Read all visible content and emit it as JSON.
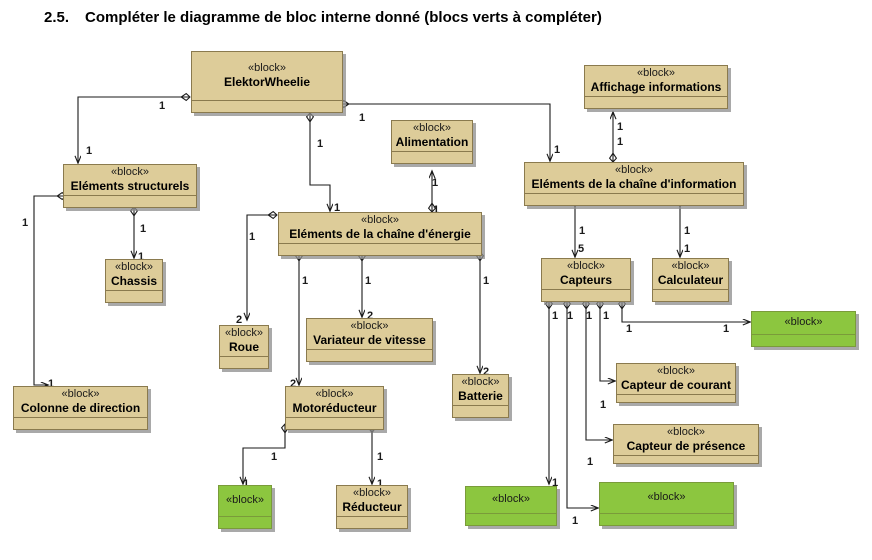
{
  "heading": {
    "number": "2.5.",
    "text": "Compléter le diagramme de bloc interne donné (blocs verts à compléter)"
  },
  "stereotype": "«block»",
  "colors": {
    "block_fill": "#ddcc99",
    "block_border": "#8a7a4e",
    "todo_fill": "#8cc63f",
    "todo_border": "#7a9b3a",
    "line": "#1a1a1a",
    "page_bg": "#ffffff"
  },
  "blocks": [
    {
      "id": "elektorwheelie",
      "name": "ElektorWheelie",
      "todo": false
    },
    {
      "id": "elem-struct",
      "name": "Eléments structurels",
      "todo": false
    },
    {
      "id": "chassis",
      "name": "Chassis",
      "todo": false
    },
    {
      "id": "colonne",
      "name": "Colonne de direction",
      "todo": false
    },
    {
      "id": "alimentation",
      "name": "Alimentation",
      "todo": false
    },
    {
      "id": "chaine-energie",
      "name": "Eléments de la chaîne d'énergie",
      "todo": false
    },
    {
      "id": "roue",
      "name": "Roue",
      "todo": false
    },
    {
      "id": "variateur",
      "name": "Variateur de vitesse",
      "todo": false
    },
    {
      "id": "motoreducteur",
      "name": "Motoréducteur",
      "todo": false
    },
    {
      "id": "batterie",
      "name": "Batterie",
      "todo": false
    },
    {
      "id": "todo-moteur",
      "name": "",
      "todo": true
    },
    {
      "id": "reducteur",
      "name": "Réducteur",
      "todo": false
    },
    {
      "id": "affichage",
      "name": "Affichage informations",
      "todo": false
    },
    {
      "id": "chaine-info",
      "name": "Eléments de la chaîne d'information",
      "todo": false
    },
    {
      "id": "capteurs",
      "name": "Capteurs",
      "todo": false
    },
    {
      "id": "calculateur",
      "name": "Calculateur",
      "todo": false
    },
    {
      "id": "todo-right",
      "name": "",
      "todo": true
    },
    {
      "id": "capteur-courant",
      "name": "Capteur de courant",
      "todo": false
    },
    {
      "id": "capteur-presence",
      "name": "Capteur de présence",
      "todo": false
    },
    {
      "id": "todo-bottom-left",
      "name": "",
      "todo": true
    },
    {
      "id": "todo-bottom-mid",
      "name": "",
      "todo": true
    }
  ],
  "multiplicities": [
    {
      "id": "m01",
      "value": "1"
    },
    {
      "id": "m02",
      "value": "1"
    },
    {
      "id": "m03",
      "value": "1"
    },
    {
      "id": "m04",
      "value": "1"
    },
    {
      "id": "m05",
      "value": "1"
    },
    {
      "id": "m06",
      "value": "1"
    },
    {
      "id": "m07",
      "value": "1"
    },
    {
      "id": "m08",
      "value": "1"
    },
    {
      "id": "m09",
      "value": "1"
    },
    {
      "id": "m10",
      "value": "1"
    },
    {
      "id": "m11",
      "value": "1"
    },
    {
      "id": "m12",
      "value": "1"
    },
    {
      "id": "m13",
      "value": "1"
    },
    {
      "id": "m14",
      "value": "2"
    },
    {
      "id": "m15",
      "value": "1"
    },
    {
      "id": "m16",
      "value": "2"
    },
    {
      "id": "m17",
      "value": "1"
    },
    {
      "id": "m18",
      "value": "2"
    },
    {
      "id": "m19",
      "value": "1"
    },
    {
      "id": "m20",
      "value": "2"
    },
    {
      "id": "m21",
      "value": "1"
    },
    {
      "id": "m22",
      "value": "1"
    },
    {
      "id": "m23",
      "value": "1"
    },
    {
      "id": "m24",
      "value": "1"
    },
    {
      "id": "m25",
      "value": "1"
    },
    {
      "id": "m26",
      "value": "1"
    },
    {
      "id": "m27",
      "value": "1"
    },
    {
      "id": "m28",
      "value": "5"
    },
    {
      "id": "m29",
      "value": "1"
    },
    {
      "id": "m30",
      "value": "1"
    },
    {
      "id": "m31",
      "value": "1"
    },
    {
      "id": "m32",
      "value": "1"
    },
    {
      "id": "m33",
      "value": "1"
    },
    {
      "id": "m34",
      "value": "1"
    },
    {
      "id": "m35",
      "value": "1"
    },
    {
      "id": "m36",
      "value": "1"
    },
    {
      "id": "m37",
      "value": "1"
    },
    {
      "id": "m38",
      "value": "1"
    },
    {
      "id": "m39",
      "value": "1"
    },
    {
      "id": "m40",
      "value": "1"
    }
  ]
}
